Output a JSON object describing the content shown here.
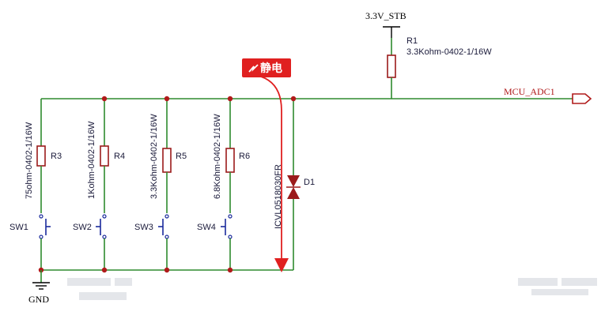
{
  "power": {
    "label": "3.3V_STB"
  },
  "ground": {
    "label": "GND"
  },
  "net_label": "MCU_ADC1",
  "esd_tag": {
    "text": "静电",
    "color": "#e02020"
  },
  "pullup": {
    "ref": "R1",
    "value": "3.3Kohm-0402-1/16W"
  },
  "branches": [
    {
      "res_ref": "R3",
      "res_value": "75ohm-0402-1/16W",
      "switch_ref": "SW1"
    },
    {
      "res_ref": "R4",
      "res_value": "1Kohm-0402-1/16W",
      "switch_ref": "SW2"
    },
    {
      "res_ref": "R5",
      "res_value": "3.3Kohm-0402-1/16W",
      "switch_ref": "SW3"
    },
    {
      "res_ref": "R6",
      "res_value": "6.8Kohm-0402-1/16W",
      "switch_ref": "SW4"
    }
  ],
  "diode": {
    "ref": "D1",
    "part": "ICVL0518030FR"
  },
  "colors": {
    "wire": "#2e8b2e",
    "resistor": "#9b1b1b",
    "switch": "#1a2a9c",
    "node": "#b01a1a",
    "arrow": "#e02020"
  }
}
